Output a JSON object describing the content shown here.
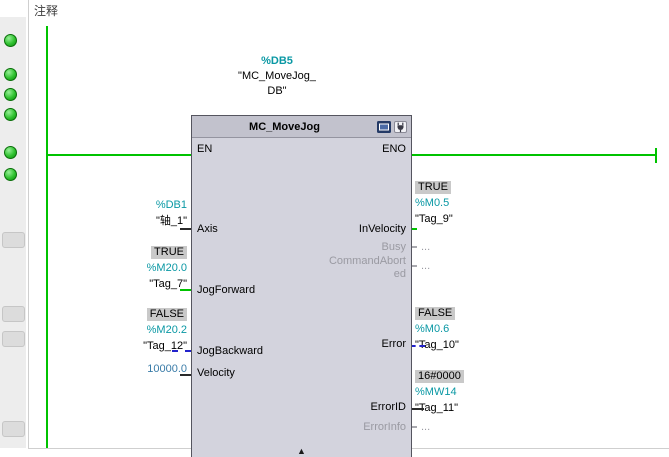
{
  "comment_label": "注释",
  "colors": {
    "power_green": "#00c300",
    "operand_teal": "#0a98a4",
    "constant_blue": "#3a7ca8",
    "false_dashed_blue": "#2222cc",
    "badge_gray": "#c9c9c9",
    "block_body": "#d3d3dd",
    "block_header": "#c2c2cd",
    "dim_text": "#9a9aa2",
    "led_green": "#2fc12f"
  },
  "block": {
    "db_address": "%DB5",
    "db_name_line1": "\"MC_MoveJog_",
    "db_name_line2": "DB\"",
    "title": "MC_MoveJog",
    "header_icons": [
      "block-type-icon",
      "interface-plug-icon"
    ],
    "en_label": "EN",
    "eno_label": "ENO",
    "collapse_arrow": "▲"
  },
  "inputs": {
    "axis": {
      "label": "Axis",
      "address": "%DB1",
      "tag": "\"轴_1\"",
      "wire": "black-solid"
    },
    "jog_forward": {
      "label": "JogForward",
      "monitor_value": "TRUE",
      "address": "%M20.0",
      "tag": "\"Tag_7\"",
      "wire": "green-solid"
    },
    "jog_backward": {
      "label": "JogBackward",
      "monitor_value": "FALSE",
      "address": "%M20.2",
      "tag": "\"Tag_12\"",
      "wire": "blue-dashed"
    },
    "velocity": {
      "label": "Velocity",
      "value": "10000.0",
      "wire": "black-solid"
    }
  },
  "outputs": {
    "in_velocity": {
      "label": "InVelocity",
      "monitor_value": "TRUE",
      "address": "%M0.5",
      "tag": "\"Tag_9\"",
      "wire": "green-solid"
    },
    "busy": {
      "label": "Busy",
      "placeholder": "...",
      "wire": "open"
    },
    "command_aborted": {
      "label_line1": "CommandAbort",
      "label_line2": "ed",
      "placeholder": "...",
      "wire": "open"
    },
    "error": {
      "label": "Error",
      "monitor_value": "FALSE",
      "address": "%M0.6",
      "tag": "\"Tag_10\"",
      "wire": "blue-dashed"
    },
    "error_id": {
      "label": "ErrorID",
      "monitor_value": "16#0000",
      "address": "%MW14",
      "tag": "\"Tag_11\"",
      "wire": "black-solid"
    },
    "error_info": {
      "label": "ErrorInfo",
      "placeholder": "...",
      "wire": "open"
    }
  }
}
